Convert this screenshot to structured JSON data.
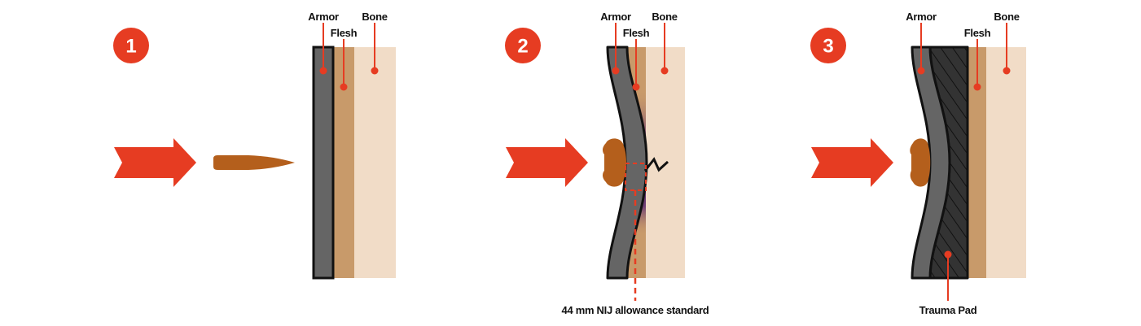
{
  "colors": {
    "accent": "#e63c22",
    "armor": "#656565",
    "outline": "#111111",
    "flesh": "#c89a6a",
    "bone": "#f1dcc7",
    "bullet": "#b45f1c",
    "bruise": "#5a2a78",
    "trauma_pad": "#333333"
  },
  "panels": [
    {
      "number": "1",
      "labels": {
        "armor": "Armor",
        "flesh": "Flesh",
        "bone": "Bone"
      }
    },
    {
      "number": "2",
      "labels": {
        "armor": "Armor",
        "flesh": "Flesh",
        "bone": "Bone"
      },
      "caption": "44 mm NIJ allowance standard"
    },
    {
      "number": "3",
      "labels": {
        "armor": "Armor",
        "flesh": "Flesh",
        "bone": "Bone"
      },
      "caption": "Trauma Pad"
    }
  ]
}
